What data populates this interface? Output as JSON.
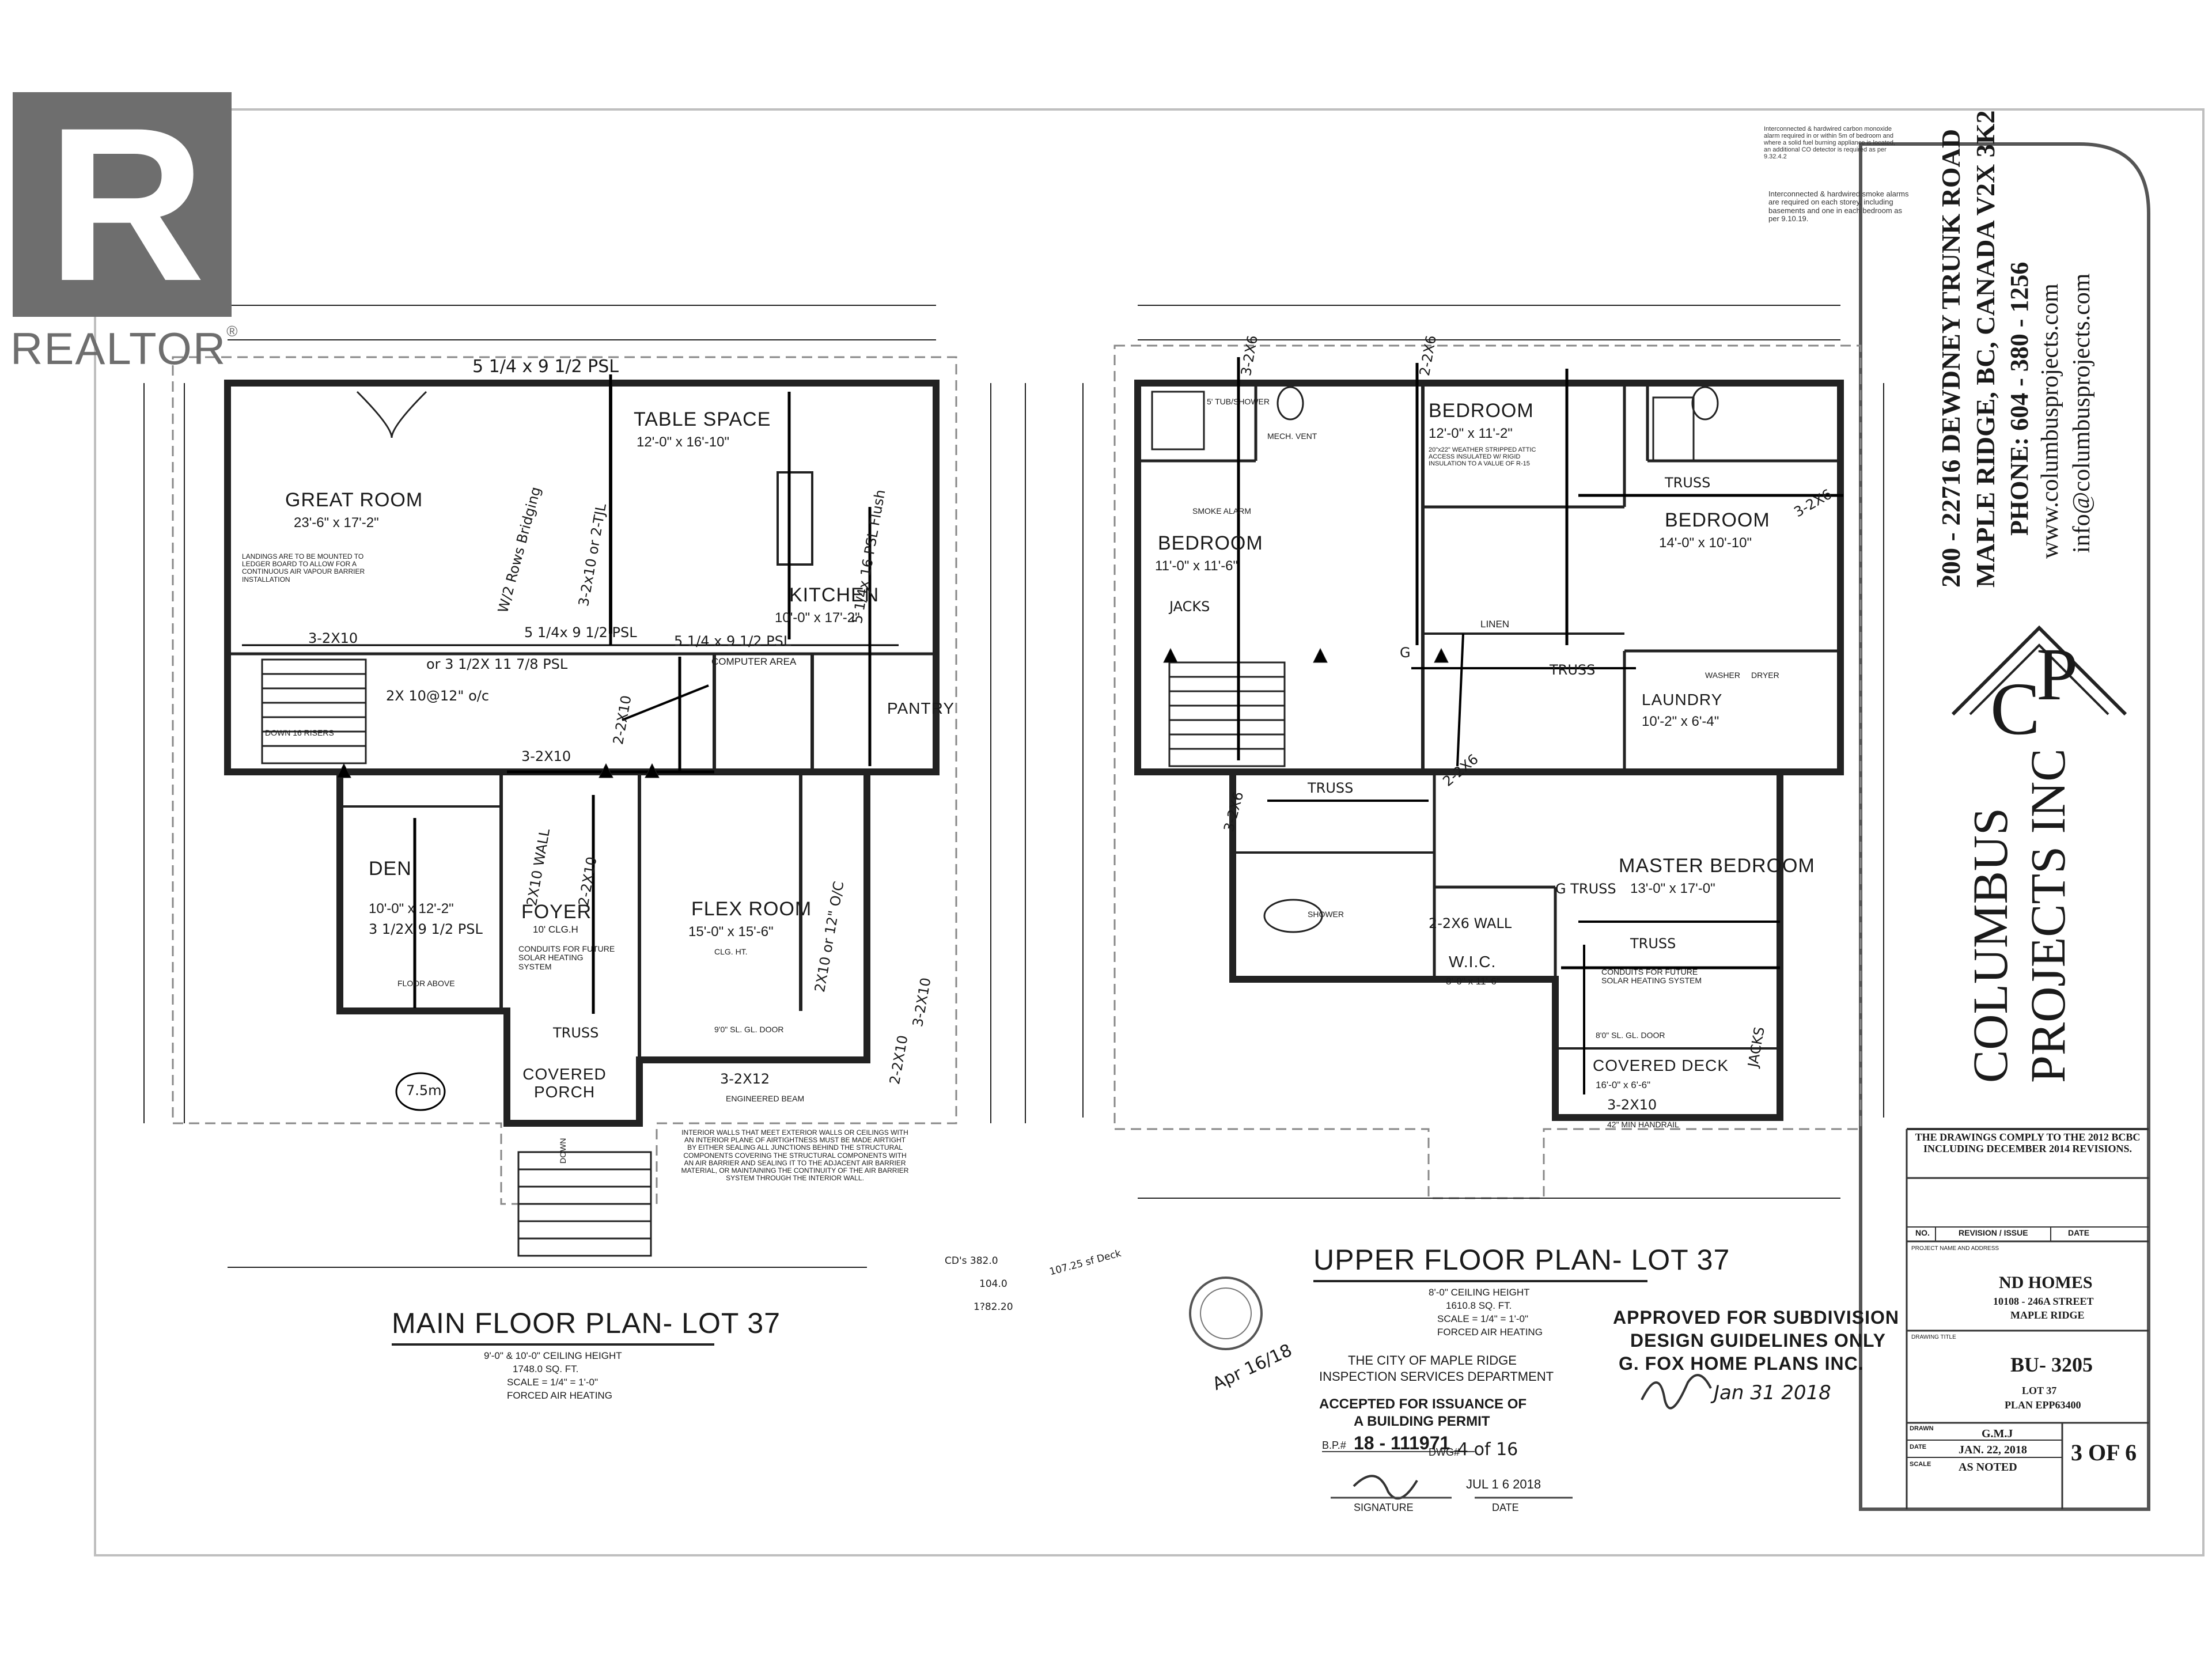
{
  "logo": {
    "wordmark": "REALTOR",
    "trademark": "®"
  },
  "smoke_notes": {
    "note1": "Interconnected & hardwired carbon monoxide alarm required in or within 5m of bedroom and where a solid fuel burning appliance is located, an additional CO detector is required as per 9.32.4.2",
    "note2": "Interconnected & hardwired smoke alarms are required on each storey, including basements and one in each bedroom as per 9.10.19."
  },
  "main_floor": {
    "title": "MAIN FLOOR PLAN- LOT 37",
    "ceiling": "9'-0\" & 10'-0\" CEILING HEIGHT",
    "area": "1748.0 SQ. FT.",
    "scale": "SCALE = 1/4\" = 1'-0\"",
    "heating": "FORCED AIR HEATING",
    "rooms": [
      {
        "name": "GREAT ROOM",
        "size": "23'-6\" x 17'-2\""
      },
      {
        "name": "TABLE SPACE",
        "size": "12'-0\" x 16'-10\""
      },
      {
        "name": "KITCHEN",
        "size": "10'-0\" x 17'-2\""
      },
      {
        "name": "PANTRY",
        "size": ""
      },
      {
        "name": "DEN",
        "size": "10'-0\" x 12'-2\""
      },
      {
        "name": "FOYER",
        "size": "10' CLG.H"
      },
      {
        "name": "FLEX ROOM",
        "size": "15'-0\" x 15'-6\""
      },
      {
        "name": "COVERED PORCH",
        "size": ""
      }
    ],
    "annotations": [
      "5 1/4 x 9 1/2 PSL",
      "3-2X10",
      "W/2 Rows Bridging",
      "3-2x10 or 2-TJL",
      "5 1/4x 9 1/2 PSL",
      "5 1/4 x 9 1/2 PSL",
      "5 1/4x 16 PSL Flush",
      "or 3 1/2X 11 7/8 PSL",
      "2X 10@12\" o/c",
      "COMPUTER AREA",
      "2-2X10",
      "3-2X10",
      "2X10 WALL",
      "2-2X10",
      "2X10 or 12\" O/C",
      "3 1/2X 9 1/2 PSL",
      "TRUSS",
      "3-2X12",
      "2-2X10",
      "3-2X10",
      "7.5m",
      "ENGINEERED BEAM",
      "CONDUITS FOR FUTURE SOLAR HEATING SYSTEM",
      "9'0\" SL. GL. DOOR",
      "DOWN 16 RISERS",
      "CLG. HT.",
      "LANDINGS ARE TO BE MOUNTED TO LEDGER BOARD TO ALLOW FOR A CONTINUOUS AIR VAPOUR BARRIER INSTALLATION",
      "INTERIOR WALLS THAT MEET EXTERIOR WALLS OR CEILINGS WITH AN INTERIOR PLANE OF AIRTIGHTNESS MUST BE MADE AIRTIGHT BY EITHER SEALING ALL JUNCTIONS BEHIND THE STRUCTURAL COMPONENTS COVERING THE STRUCTURAL COMPONENTS WITH AN AIR BARRIER AND SEALING IT TO THE ADJACENT AIR BARRIER MATERIAL, OR MAINTAINING THE CONTINUITY OF THE AIR BARRIER SYSTEM THROUGH THE INTERIOR WALL.",
      "FLOOR ABOVE",
      "DOWN"
    ]
  },
  "upper_floor": {
    "title": "UPPER FLOOR PLAN- LOT 37",
    "ceiling": "8'-0\" CEILING HEIGHT",
    "area": "1610.8 SQ. FT.",
    "scale": "SCALE = 1/4\" = 1'-0\"",
    "heating": "FORCED AIR HEATING",
    "rooms": [
      {
        "name": "BEDROOM",
        "size": "12'-0\" x 11'-2\""
      },
      {
        "name": "BEDROOM",
        "size": "11'-0\" x 11'-6\""
      },
      {
        "name": "BEDROOM",
        "size": "14'-0\" x 10'-10\""
      },
      {
        "name": "LAUNDRY",
        "size": "10'-2\" x 6'-4\""
      },
      {
        "name": "MASTER BEDROOM",
        "size": "13'-0\" x 17'-0\""
      },
      {
        "name": "W.I.C.",
        "size": "8'-0\" x 11'-6\""
      },
      {
        "name": "COVERED DECK",
        "size": "16'-0\" x 6'-6\""
      },
      {
        "name": "LINEN",
        "size": ""
      }
    ],
    "annotations": [
      "3-2X6",
      "2-2X6",
      "3-2X6",
      "TRUSS",
      "TRUSS",
      "TRUSS",
      "TRUSS",
      "JACKS",
      "JACKS",
      "G TRUSS",
      "G",
      "2-2X6",
      "3-2X6",
      "2-2X6 WALL",
      "3-2X10",
      "CONDUITS FOR FUTURE SOLAR HEATING SYSTEM",
      "SMOKE ALARM",
      "MECH. VENT",
      "20\"x22\" WEATHER STRIPPED ATTIC ACCESS INSULATED W/ RIGID INSULATION TO A VALUE OF R-15",
      "WASHER",
      "DRYER",
      "42\" MIN HANDRAIL",
      "SHOWER",
      "5' TUB/SHOWER",
      "8'0\" SL. GL. DOOR"
    ]
  },
  "stamps": {
    "approved": "APPROVED FOR SUBDIVISION",
    "design": "DESIGN GUIDELINES ONLY",
    "company": "G. FOX HOME PLANS INC.",
    "handwritten_date": "Jan 31 2018",
    "city": "THE CITY OF MAPLE RIDGE",
    "dept": "INSPECTION SERVICES DEPARTMENT",
    "accepted": "ACCEPTED FOR ISSUANCE OF",
    "permit": "A BUILDING PERMIT",
    "bp_label": "B.P.#",
    "bp_number": "18 - 111971",
    "dwg_label": "DWG#",
    "dwg_value": "4 of 16",
    "date_value": "JUL 1 6 2018",
    "signature_label": "SIGNATURE",
    "date_label": "DATE",
    "apr_note": "Apr 16/18",
    "cds": "CD's 382.0",
    "cds2": "104.0",
    "cds3": "1?82.20",
    "deck_note": "107.25 sf Deck"
  },
  "title_block": {
    "address1": "200 - 22716 DEWDNEY TRUNK ROAD",
    "address2": "MAPLE RIDGE, BC, CANADA  V2X 3K2",
    "phone": "PHONE: 604 - 380 - 1256",
    "web": "www.columbusprojects.com",
    "email": "info@columbusprojects.com",
    "company1": "COLUMBUS",
    "company2": "PROJECTS INC",
    "monogram_c": "C",
    "monogram_p": "P",
    "compliance": "THE DRAWINGS COMPLY TO THE 2012 BCBC INCLUDING DECEMBER 2014 REVISIONS.",
    "col_no": "NO.",
    "col_revision": "REVISION / ISSUE",
    "col_date": "DATE",
    "project_label": "PROJECT NAME AND ADDRESS",
    "client": "ND HOMES",
    "client_addr1": "10108 - 246A STREET",
    "client_addr2": "MAPLE RIDGE",
    "drawing_label": "DRAWING TITLE",
    "drawing_no": "BU- 3205",
    "lot": "LOT 37",
    "plan": "PLAN EPP63400",
    "drawn_label": "DRAWN",
    "drawn": "G.M.J",
    "date_label": "DATE",
    "date": "JAN. 22, 2018",
    "scale_label": "SCALE",
    "scale": "AS NOTED",
    "sheet": "3 OF 6"
  }
}
